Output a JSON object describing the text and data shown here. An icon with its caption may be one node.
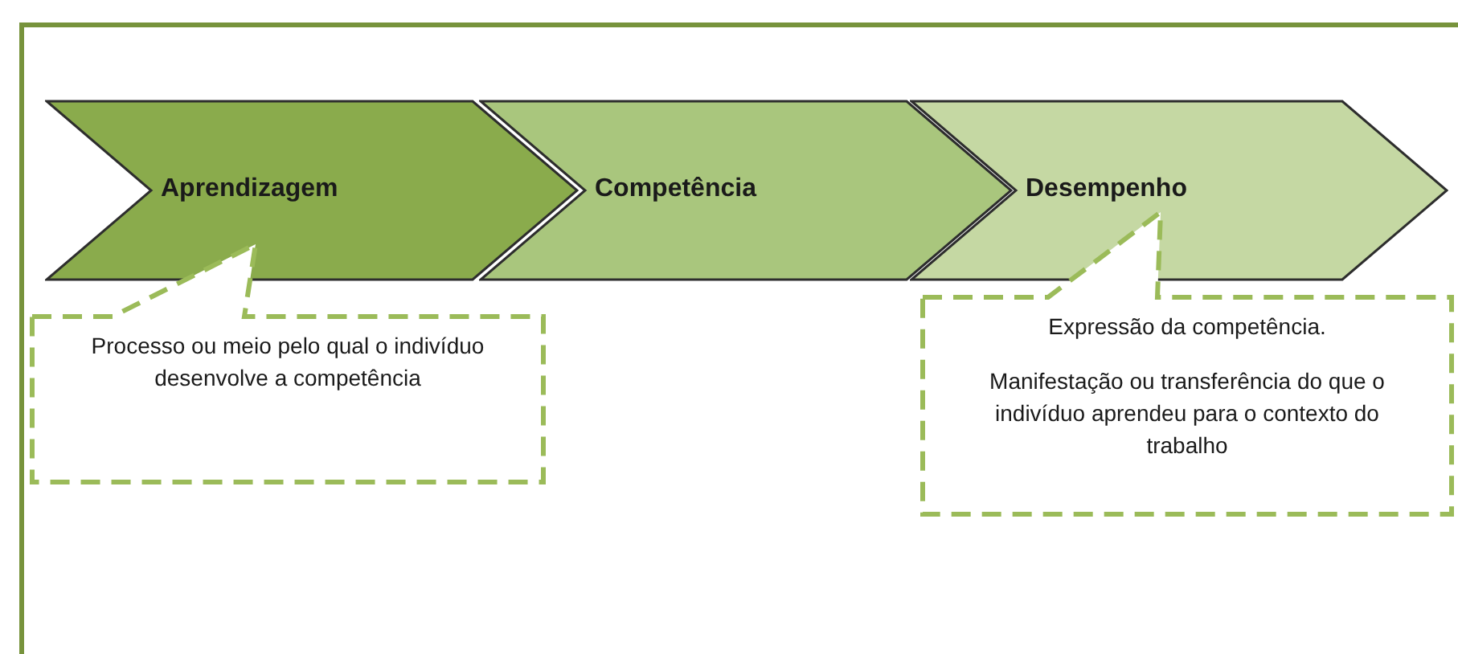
{
  "diagram": {
    "nodes": [
      {
        "text": [
          "Aprendizagem"
        ]
      },
      {
        "text": [
          "Competência"
        ]
      },
      {
        "text": [
          "Desempenho"
        ]
      },
      {
        "text": [
          "Processo ou meio pelo qual o indivíduo desenvolve a competência"
        ]
      },
      {
        "text": [
          "Expressão da competência.",
          "Manifestação ou transferência do que o indivíduo aprendeu para o contexto do trabalho"
        ]
      }
    ]
  }
}
